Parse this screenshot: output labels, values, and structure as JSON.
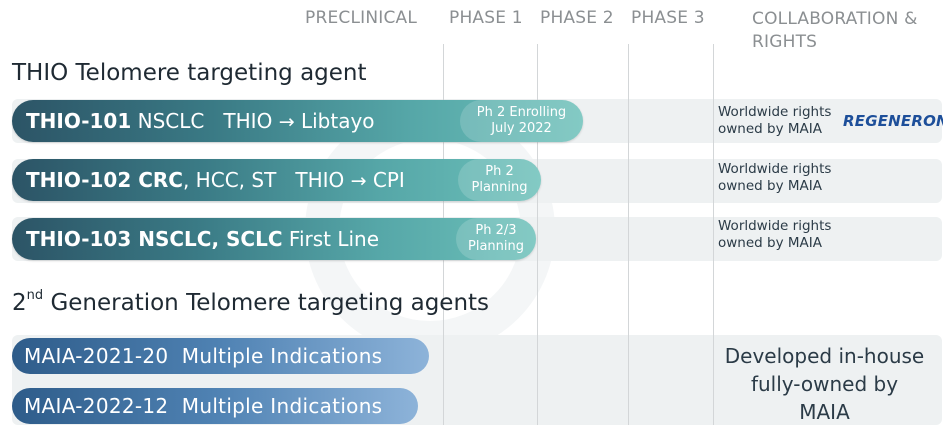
{
  "headers": {
    "preclinical": "PRECLINICAL",
    "phase1": "PHASE 1",
    "phase2": "PHASE 2",
    "phase3": "PHASE 3",
    "collab_line1": "COLLABORATION &",
    "collab_line2": "RIGHTS"
  },
  "section1_title": "THIO Telomere targeting agent",
  "programs": [
    {
      "id": "THIO-101",
      "indication": " NSCLC",
      "combo": "THIO",
      "arrow": "→",
      "partner": "Libtayo",
      "status_line1": "Ph 2 Enrolling",
      "status_line2": "July 2022",
      "rights_line1": "Worldwide rights",
      "rights_line2": "owned by MAIA",
      "partner_logo": "REGENERON"
    },
    {
      "id": "THIO-102",
      "indication_bold": " CRC",
      "indication": ", HCC, ST",
      "combo": "THIO",
      "arrow": "→",
      "partner": "CPI",
      "status_line1": "Ph 2",
      "status_line2": "Planning",
      "rights_line1": "Worldwide rights",
      "rights_line2": "owned by MAIA"
    },
    {
      "id": "THIO-103",
      "indication_bold": " NSCLC, SCLC",
      "indication": " First Line",
      "status_line1": "Ph 2/3",
      "status_line2": "Planning",
      "rights_line1": "Worldwide rights",
      "rights_line2": "owned by MAIA"
    }
  ],
  "section2_title_pre": "2",
  "section2_title_sup": "nd",
  "section2_title_post": " Generation Telomere targeting agents",
  "next_gen": [
    {
      "id": "MAIA-2021-20",
      "indication": "Multiple Indications"
    },
    {
      "id": "MAIA-2022-12",
      "indication": "Multiple Indications"
    }
  ],
  "inhouse_line1": "Developed in-house",
  "inhouse_line2": "fully-owned by",
  "inhouse_line3": "MAIA",
  "colors": {
    "bar_start": "#2c5466",
    "bar_end": "#6cc0b9",
    "blue_bar_start": "#2e5c8a",
    "blue_bar_end": "#8db3d9",
    "regeneron_blue": "#1d4f9a"
  }
}
